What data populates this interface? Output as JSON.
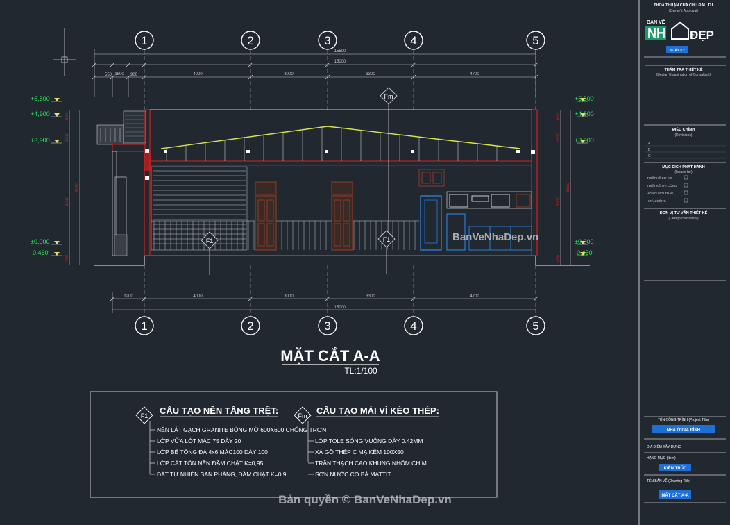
{
  "drawing": {
    "title": "MẶT CẮT A-A",
    "scale": "TL:1/100",
    "grid_axes": [
      "1",
      "2",
      "3",
      "4",
      "5"
    ],
    "top_overall_dims": [
      "15500",
      "15000"
    ],
    "top_segment_dims": [
      "1800",
      "4000",
      "3000",
      "3300",
      "4700"
    ],
    "top_small_dims": [
      "550",
      "900"
    ],
    "bottom_segment_dims": [
      "1200",
      "4000",
      "3000",
      "3300",
      "4700"
    ],
    "bottom_overall_dim": "15000",
    "left_levels": [
      "+5,500",
      "+4,900",
      "+3,900",
      "±0,000",
      "-0,450"
    ],
    "right_levels": [
      "+5,500",
      "+4,900",
      "+3,900",
      "±0,000",
      "-0,450"
    ],
    "left_vertical_dims": [
      "600",
      "1000",
      "3900",
      "450",
      "5950"
    ],
    "right_vertical_dims": [
      "600",
      "1000",
      "3900",
      "450",
      "5950"
    ],
    "tags": {
      "roof": "Fm",
      "floor": "F1"
    },
    "watermark_mid": "BanVeNhaDep.vn",
    "watermark_bottom": "Bản quyền © BanVeNhaDep.vn"
  },
  "notes": {
    "floor": {
      "tag": "F1",
      "title": "CẤU TẠO NỀN TẦNG TRỆT:",
      "items": [
        "NỀN LÁT GẠCH GRANITE BÓNG MỜ 600X600 CHỐNG TRƠN",
        "LỚP VỮA LÓT MÁC 75 DÀY 20",
        "LỚP BÊ TÔNG ĐÁ 4x6 MÁC100 DÀY 100",
        "LỚP CÁT TÔN NỀN ĐẦM CHẶT K=0,95",
        "ĐẤT TỰ NHIÊN SAN PHẲNG, ĐẦM CHẶT K=0.9"
      ]
    },
    "roof": {
      "tag": "Fm",
      "title": "CẤU TẠO MÁI VÌ KÈO THÉP:",
      "items": [
        "LỚP TOLE SÓNG VUÔNG DÀY 0.42MM",
        "XÀ GỒ THÉP C MẠ KẼM 100X50",
        "TRẦN THẠCH CAO KHUNG NHÔM CHÌM",
        "SƠN NƯỚC CÓ BẢ MATTIT"
      ]
    }
  },
  "title_block": {
    "owner_header": "THỎA THUẬN CỦA CHỦ ĐẦU TƯ",
    "owner_header_en": "(Owner's Approval)",
    "logo_text_1": "BẢN VẼ",
    "logo_text_2": "NH",
    "logo_text_3": "ĐẸP",
    "sign_label": "NGÀY KÝ",
    "design_review": "THẨM TRA THIẾT KẾ",
    "design_review_en": "(Design Examination of Consultant)",
    "revision": "ĐIỀU CHỈNH",
    "revision_en": "(Revisions)",
    "revision_rows": [
      "A",
      "B",
      "C"
    ],
    "issue_purpose": "MỤC ĐÍCH PHÁT HÀNH",
    "issue_purpose_en": "(Issued for)",
    "issue_rows": [
      "THIẾT KẾ CƠ SỞ",
      "THIẾT KẾ THI CÔNG",
      "HỒ SƠ MỜI THẦU",
      "HOÀN CÔNG"
    ],
    "consultant": "ĐƠN VỊ TƯ VẤN THIẾT KẾ",
    "consultant_en": "(Design consultant)",
    "project_line": "TÊN CÔNG TRÌNH (Project Title)",
    "project_value": "NHÀ Ở GIA ĐÌNH",
    "location_label": "ĐỊA ĐIỂM XÂY DỰNG",
    "category_label": "HẠNG MỤC (Item)",
    "category_value": "KIẾN TRÚC",
    "sheet_label": "TÊN BẢN VẼ (Drawing Title)",
    "sheet_value": "MẶT CẮT A-A"
  },
  "colors": {
    "background": "#212830",
    "dimension_line": "#c9ccd1",
    "wall_red": "#d41f1f",
    "roof_yellow": "#d8e64b",
    "door_brown": "#8a3a2a",
    "cabinet_blue": "#2b7bd6",
    "level_green": "#2ee65c"
  }
}
